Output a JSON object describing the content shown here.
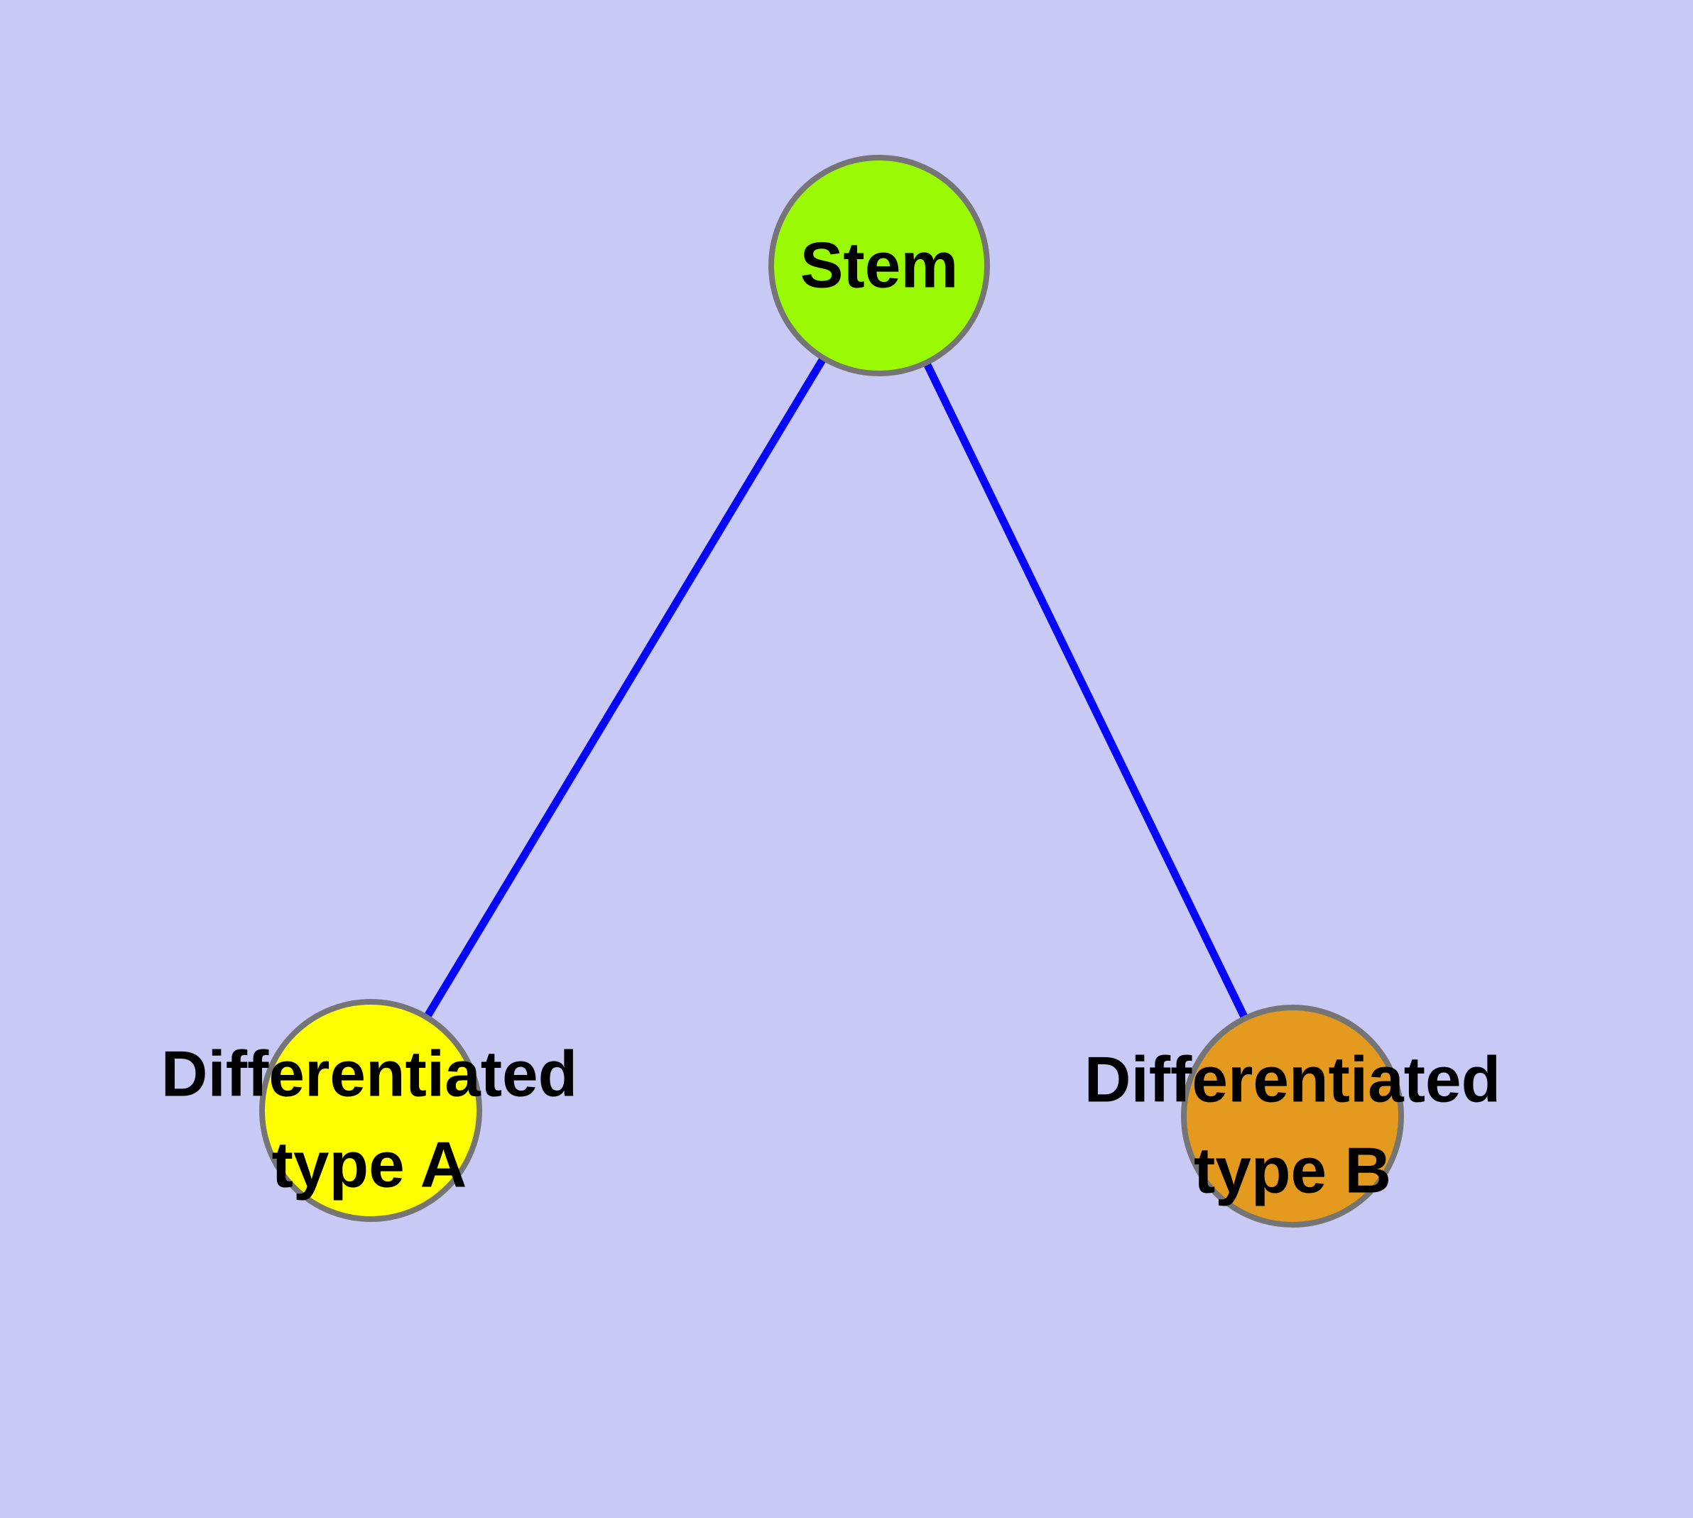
{
  "diagram": {
    "background_color": "#C9C9F6",
    "edge_color": "#0707F8",
    "node_border_color": "#757575",
    "text_color": "#000000",
    "nodes": {
      "stem": {
        "label": "Stem",
        "fill": "#9AFA04"
      },
      "type_a": {
        "label_line1": "Differentiated",
        "label_line2": "type A",
        "fill": "#FFFF00"
      },
      "type_b": {
        "label_line1": "Differentiated",
        "label_line2": "type B",
        "fill": "#E39A1F"
      }
    },
    "edges": [
      {
        "from": "Stem",
        "to": "Differentiated type A"
      },
      {
        "from": "Stem",
        "to": "Differentiated type B"
      }
    ]
  }
}
